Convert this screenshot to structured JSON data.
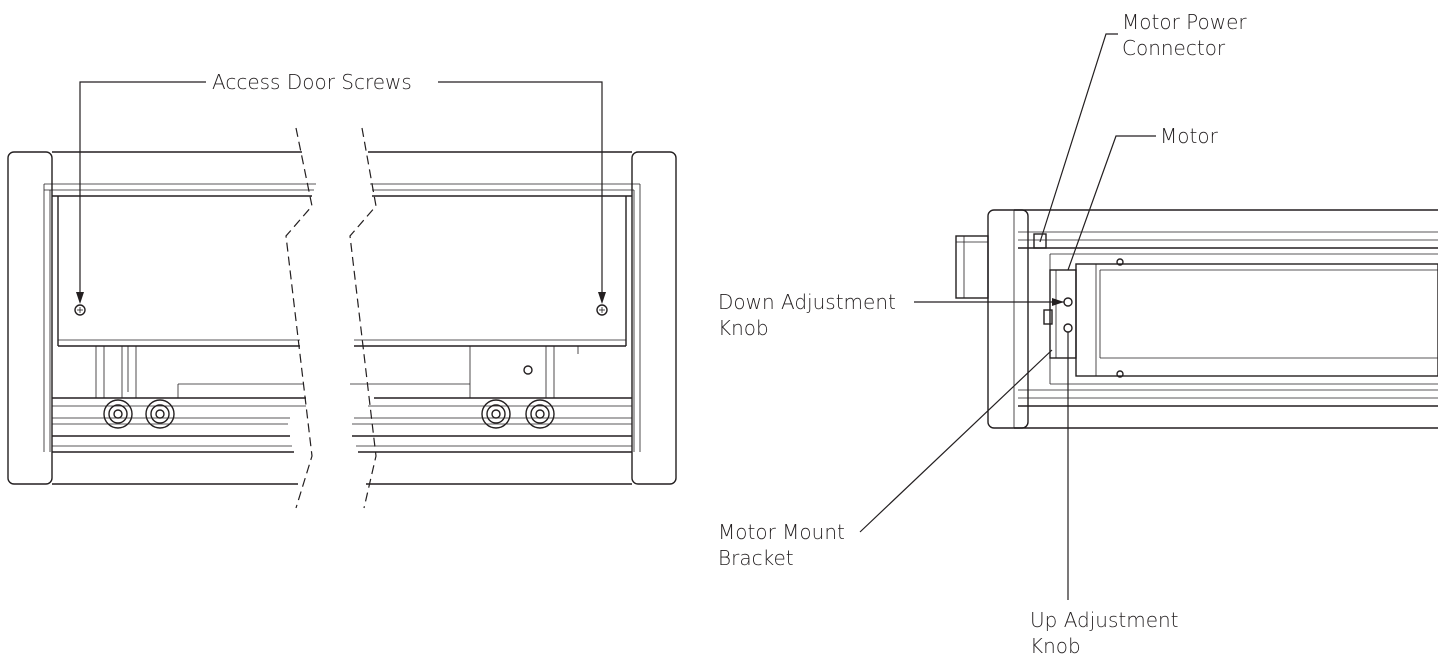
{
  "labels": {
    "access_door_screws": "Access Door Screws",
    "motor_power_connector_line1": "Motor Power",
    "motor_power_connector_line2": "Connector",
    "motor": "Motor",
    "down_adjustment_knob_line1": "Down Adjustment",
    "down_adjustment_knob_line2": "Knob",
    "motor_mount_bracket_line1": "Motor Mount",
    "motor_mount_bracket_line2": "Bracket",
    "up_adjustment_knob_line1": "Up Adjustment",
    "up_adjustment_knob_line2": "Knob"
  },
  "colors": {
    "line": "#231f20",
    "background": "#ffffff"
  }
}
